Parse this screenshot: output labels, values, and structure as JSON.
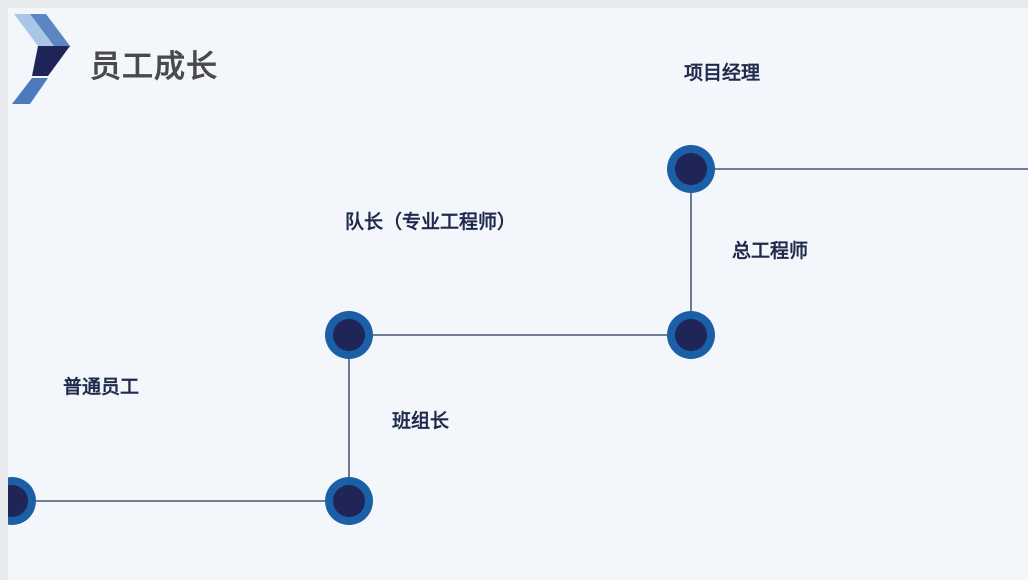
{
  "slide": {
    "title": "员工成长"
  },
  "career_path": {
    "stages": [
      {
        "id": "staff",
        "label": "普通员工"
      },
      {
        "id": "team-lead",
        "label": "班组长"
      },
      {
        "id": "captain",
        "label": "队长（专业工程师）"
      },
      {
        "id": "chief-engineer",
        "label": "总工程师"
      },
      {
        "id": "project-manager",
        "label": "项目经理"
      }
    ]
  },
  "colors": {
    "background": "#f3f6fa",
    "node_outer": "#1b5fa6",
    "node_inner": "#1f2556",
    "line": "#2b3458",
    "label": "#1f2a4d",
    "title": "#4a4a4a"
  }
}
